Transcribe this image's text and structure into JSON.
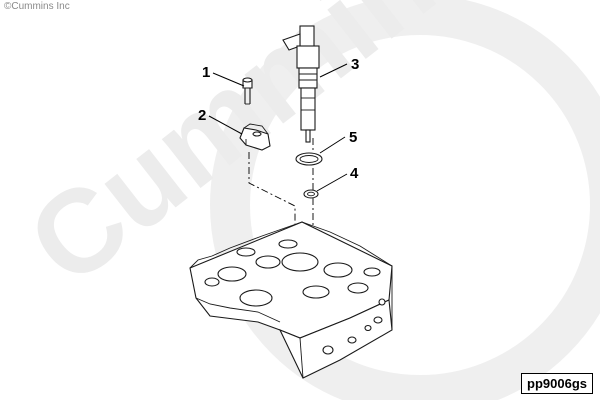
{
  "watermark": {
    "text": "Cummins",
    "copyright": "©Cummins Inc"
  },
  "figure_id": "pp9006gs",
  "callouts": [
    {
      "number": "1",
      "part": "capscrew"
    },
    {
      "number": "2",
      "part": "clamp"
    },
    {
      "number": "3",
      "part": "injector"
    },
    {
      "number": "4",
      "part": "washer"
    },
    {
      "number": "5",
      "part": "o-ring"
    }
  ],
  "colors": {
    "line": "#1a1a1a",
    "watermark": "#ececec",
    "background": "#ffffff"
  }
}
